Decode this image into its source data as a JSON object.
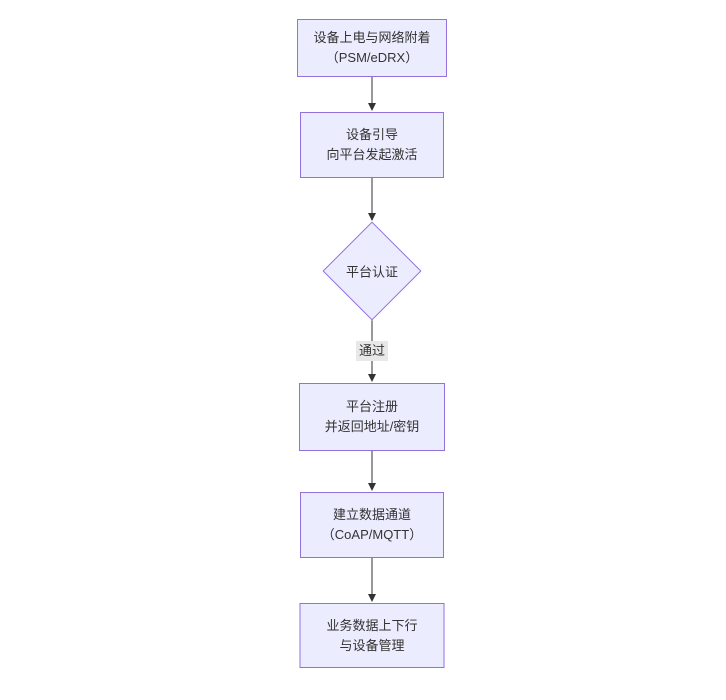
{
  "diagram": {
    "type": "flowchart",
    "direction": "top-down",
    "nodes": {
      "power_attach": {
        "shape": "rect",
        "line1": "设备上电与网络附着",
        "line2": "（PSM/eDRX）"
      },
      "boot_activate": {
        "shape": "rect",
        "line1": "设备引导",
        "line2": "向平台发起激活"
      },
      "platform_auth": {
        "shape": "diamond",
        "label": "平台认证"
      },
      "platform_register": {
        "shape": "rect",
        "line1": "平台注册",
        "line2": "并返回地址/密钥"
      },
      "data_channel": {
        "shape": "rect",
        "line1": "建立数据通道",
        "line2": "（CoAP/MQTT）"
      },
      "business_data": {
        "shape": "rect",
        "line1": "业务数据上下行",
        "line2": "与设备管理"
      }
    },
    "edges": {
      "auth_pass_label": "通过"
    },
    "colors": {
      "node_fill": "#ECECFF",
      "node_border": "#9370DB",
      "edge_line": "#333333",
      "edge_label_bg": "#e8e8e8",
      "text": "#333333"
    }
  }
}
